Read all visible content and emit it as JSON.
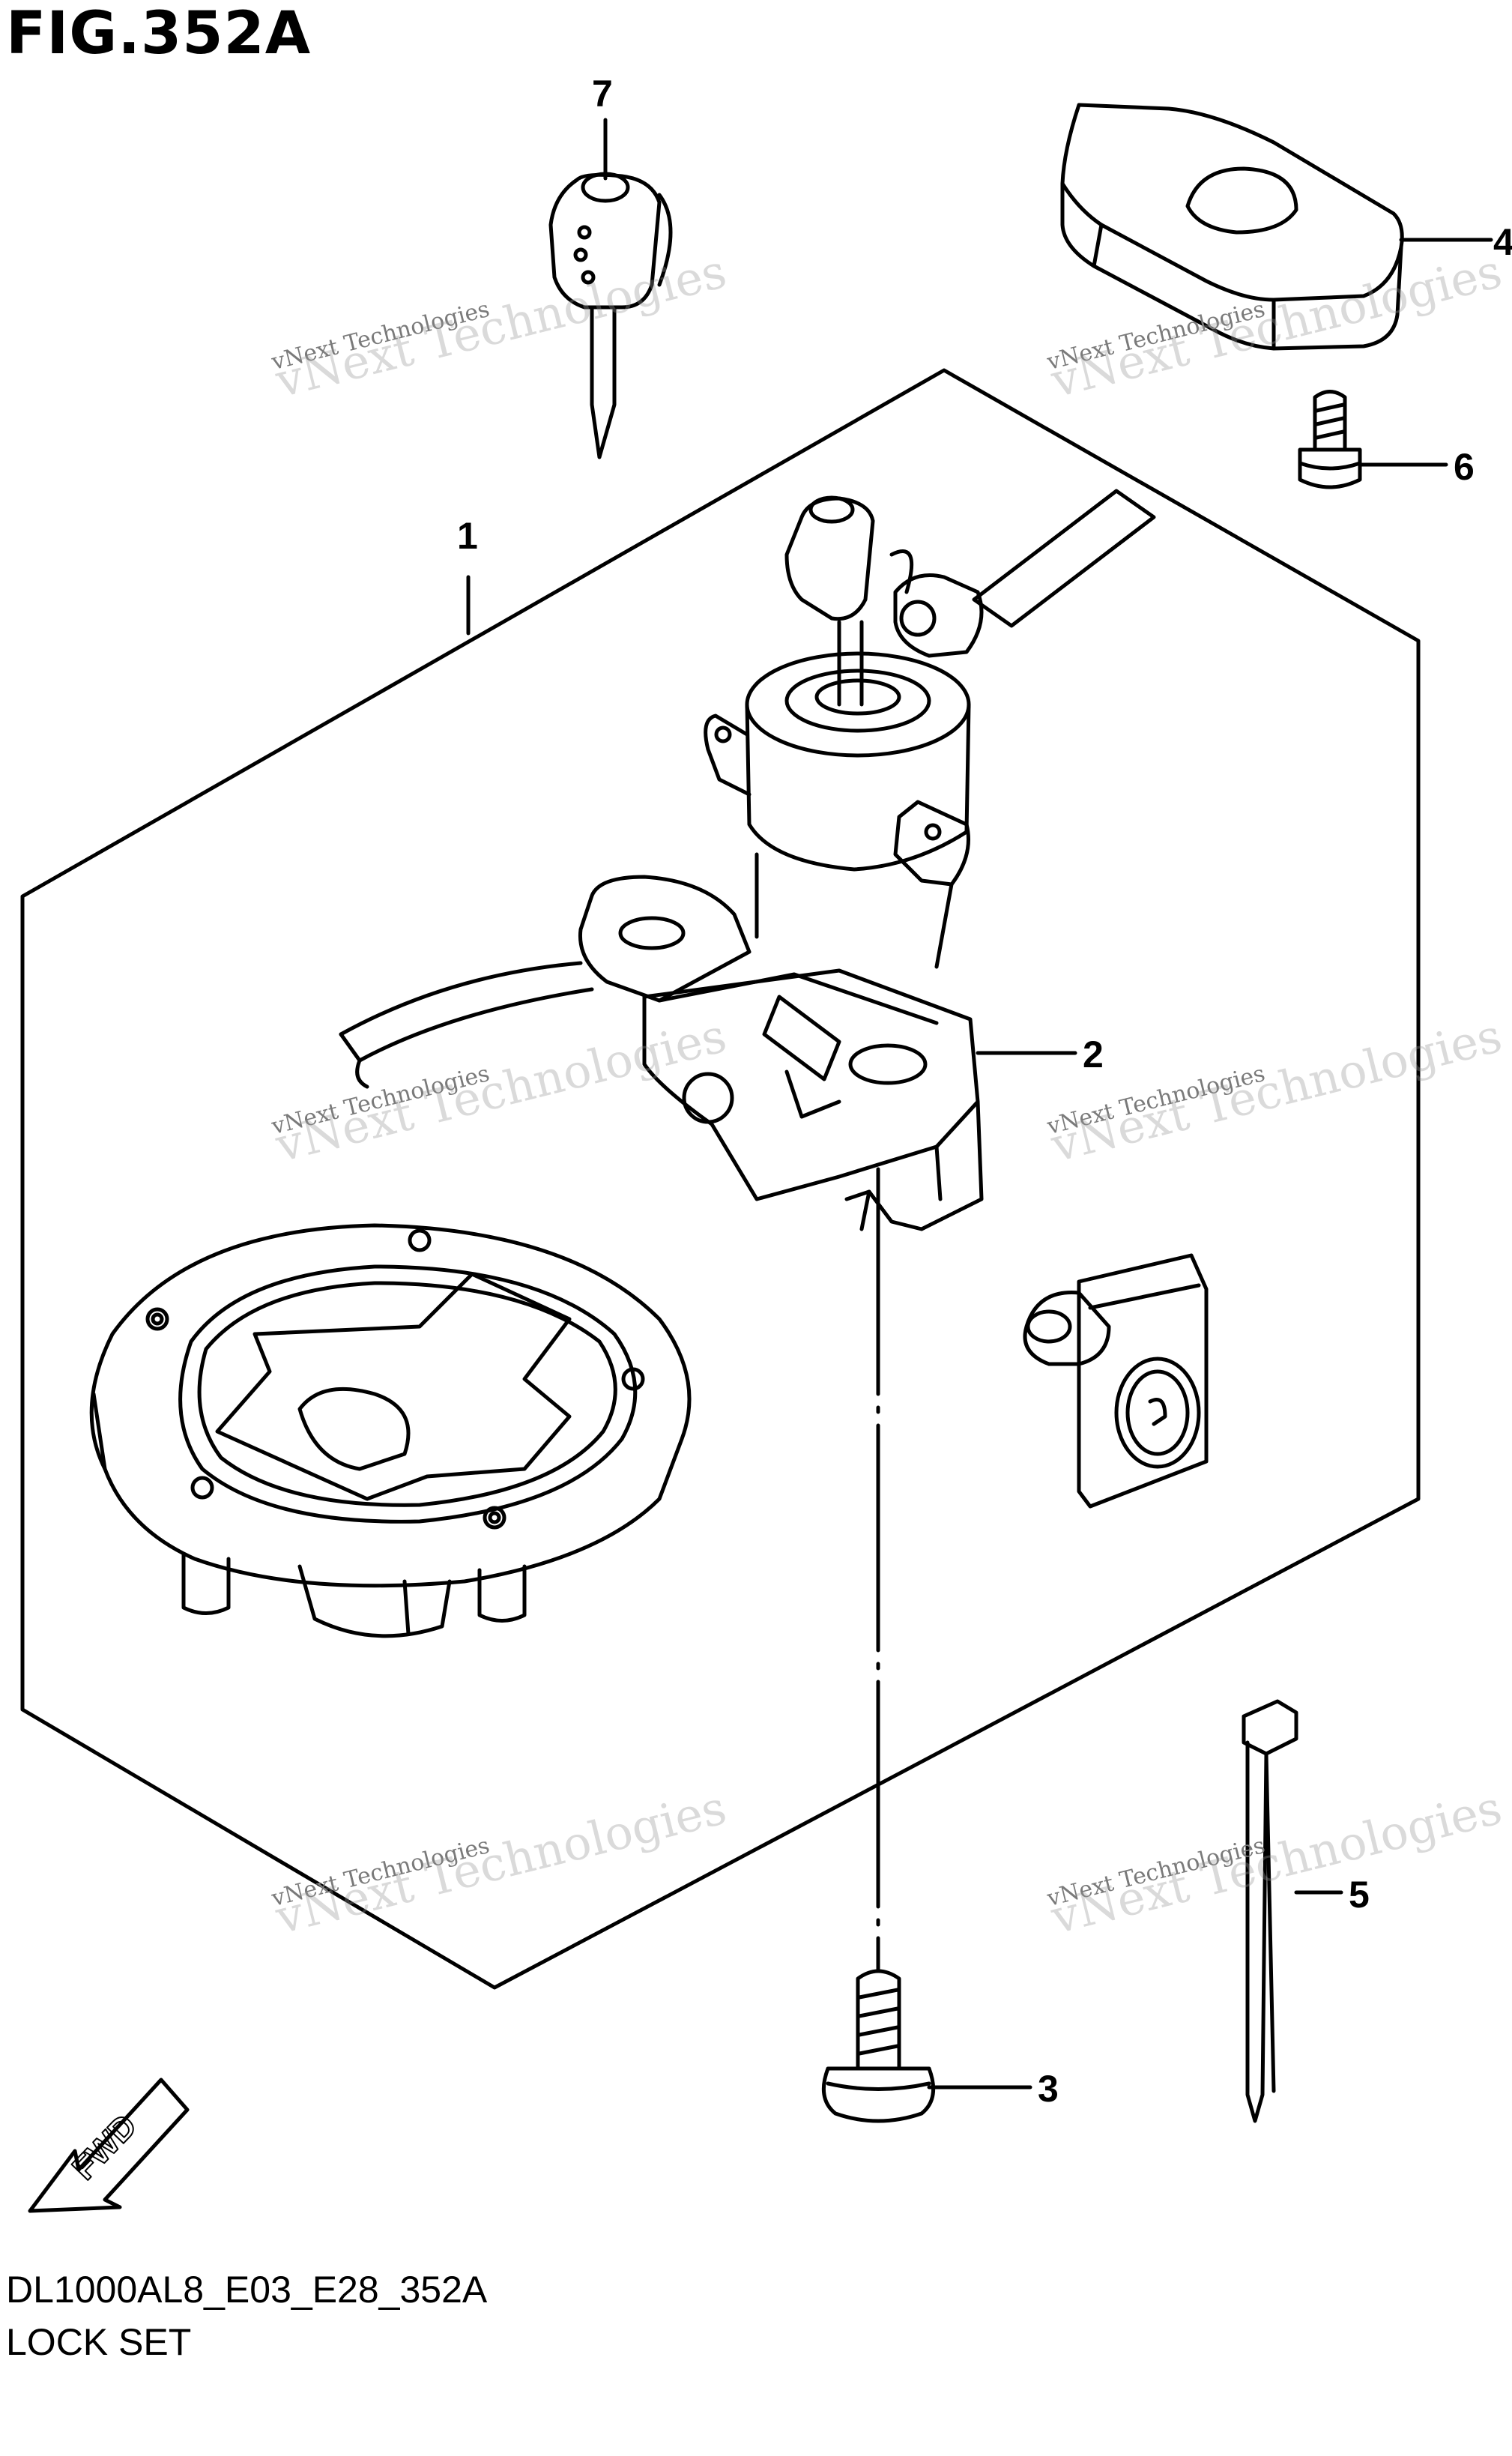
{
  "figure": {
    "title": "FIG.352A",
    "code": "DL1000AL8_E03_E28_352A",
    "subtitle": "LOCK SET"
  },
  "callouts": [
    "1",
    "2",
    "3",
    "4",
    "5",
    "6",
    "7"
  ],
  "watermark": {
    "line1": "vNext Technologies",
    "line2": "vNext",
    "line3": "Technologies"
  },
  "fwd_label": "FWD",
  "colors": {
    "ink": "#000000",
    "watermark": "#c8c8c8"
  }
}
